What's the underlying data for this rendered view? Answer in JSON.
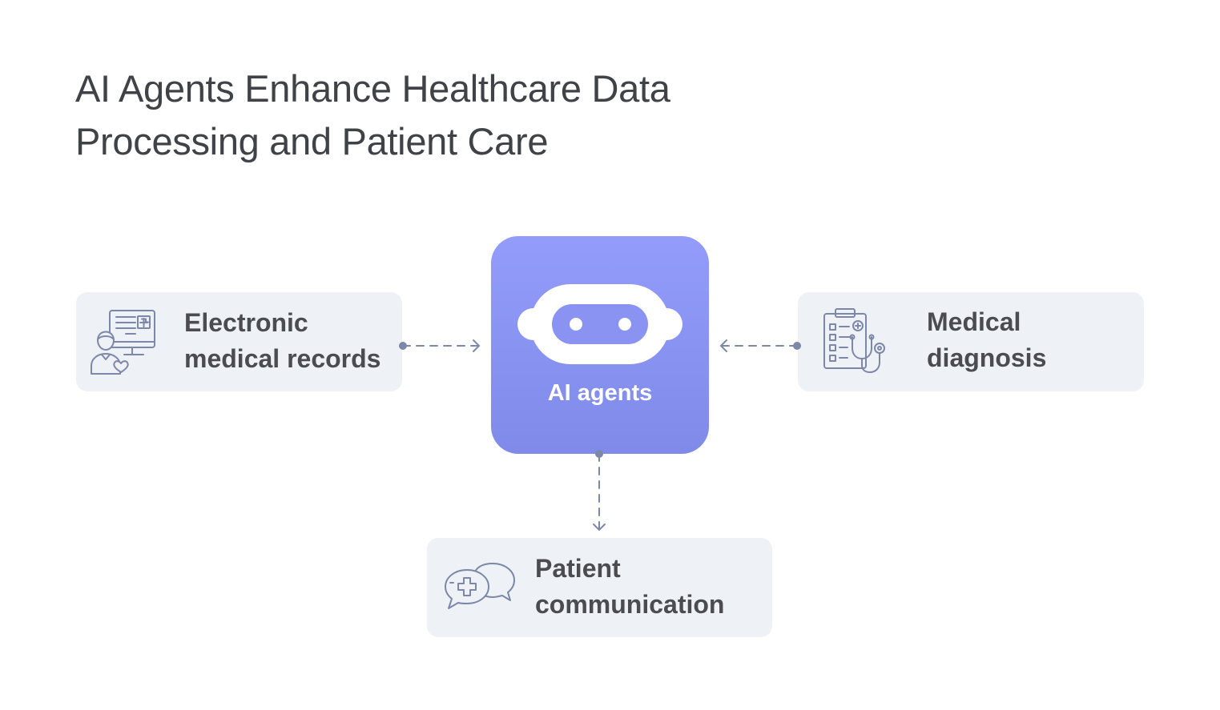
{
  "title": {
    "line1": "AI Agents Enhance Healthcare Data",
    "line2": "Processing and Patient Care"
  },
  "center": {
    "label": "AI agents",
    "icon": "robot-face-icon"
  },
  "nodes": [
    {
      "id": "electronic-medical-records",
      "line1": "Electronic",
      "line2": "medical records",
      "icon": "doctor-monitor-icon"
    },
    {
      "id": "medical-diagnosis",
      "line1": "Medical",
      "line2": "diagnosis",
      "icon": "clipboard-stethoscope-icon"
    },
    {
      "id": "patient-communication",
      "line1": "Patient",
      "line2": "communication",
      "icon": "chat-bubbles-cross-icon"
    }
  ],
  "colors": {
    "title": "#3f4246",
    "card_bg": "#eef1f6",
    "card_text": "#4a4c50",
    "icon_stroke": "#7d88a8",
    "accent_top": "#939cfb",
    "accent_bottom": "#7f8ae9",
    "connector": "#7d88a8"
  }
}
